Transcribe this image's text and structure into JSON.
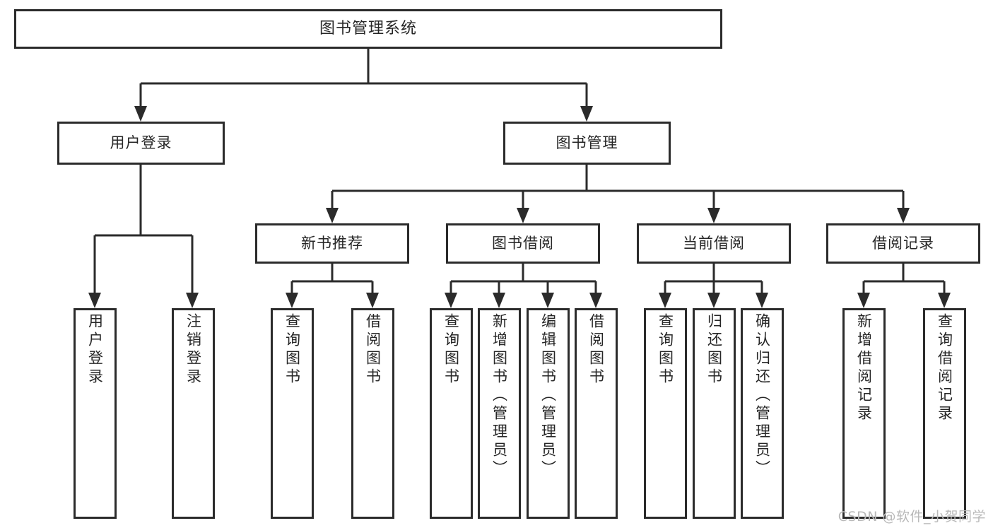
{
  "diagram": {
    "title": "图书管理系统",
    "watermark": "CSDN @软件_小贺同学",
    "background_color": "#ffffff",
    "line_color": "#2b2b2b",
    "box_fill": "#ffffff",
    "text_color": "#262626"
  },
  "nodes": {
    "root": {
      "label": "图书管理系统"
    },
    "level1": [
      {
        "label": "用户登录"
      },
      {
        "label": "图书管理"
      }
    ],
    "level2": [
      {
        "label": "新书推荐"
      },
      {
        "label": "图书借阅"
      },
      {
        "label": "当前借阅"
      },
      {
        "label": "借阅记录"
      }
    ],
    "leaves": {
      "user_login": [
        {
          "label": "用户登录"
        },
        {
          "label": "注销登录"
        }
      ],
      "new_book_recommend": [
        {
          "label": "查询图书"
        },
        {
          "label": "借阅图书"
        }
      ],
      "book_borrow": [
        {
          "label": "查询图书"
        },
        {
          "label": "新增图书（管理员）"
        },
        {
          "label": "编辑图书（管理员）"
        },
        {
          "label": "借阅图书"
        }
      ],
      "current_borrow": [
        {
          "label": "查询图书"
        },
        {
          "label": "归还图书"
        },
        {
          "label": "确认归还（管理员）"
        }
      ],
      "borrow_record": [
        {
          "label": "新增借阅记录"
        },
        {
          "label": "查询借阅记录"
        }
      ]
    }
  }
}
